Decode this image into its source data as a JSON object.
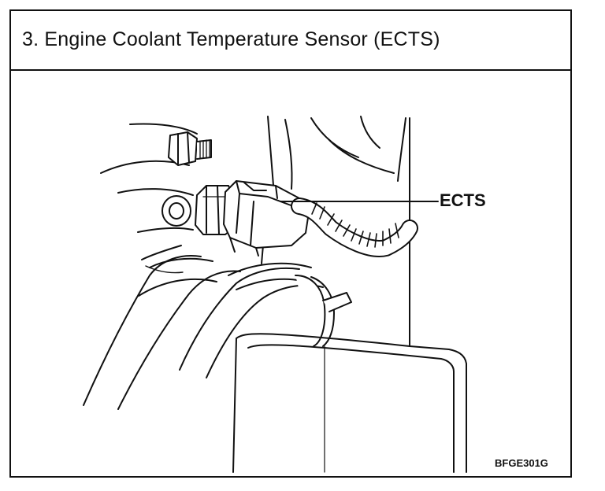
{
  "title": "3.  Engine Coolant Temperature Sensor (ECTS)",
  "callout": {
    "label": "ECTS"
  },
  "figure_code": "BFGE301G",
  "colors": {
    "line": "#111111",
    "background": "#ffffff",
    "shade": "#e8e8e8"
  }
}
